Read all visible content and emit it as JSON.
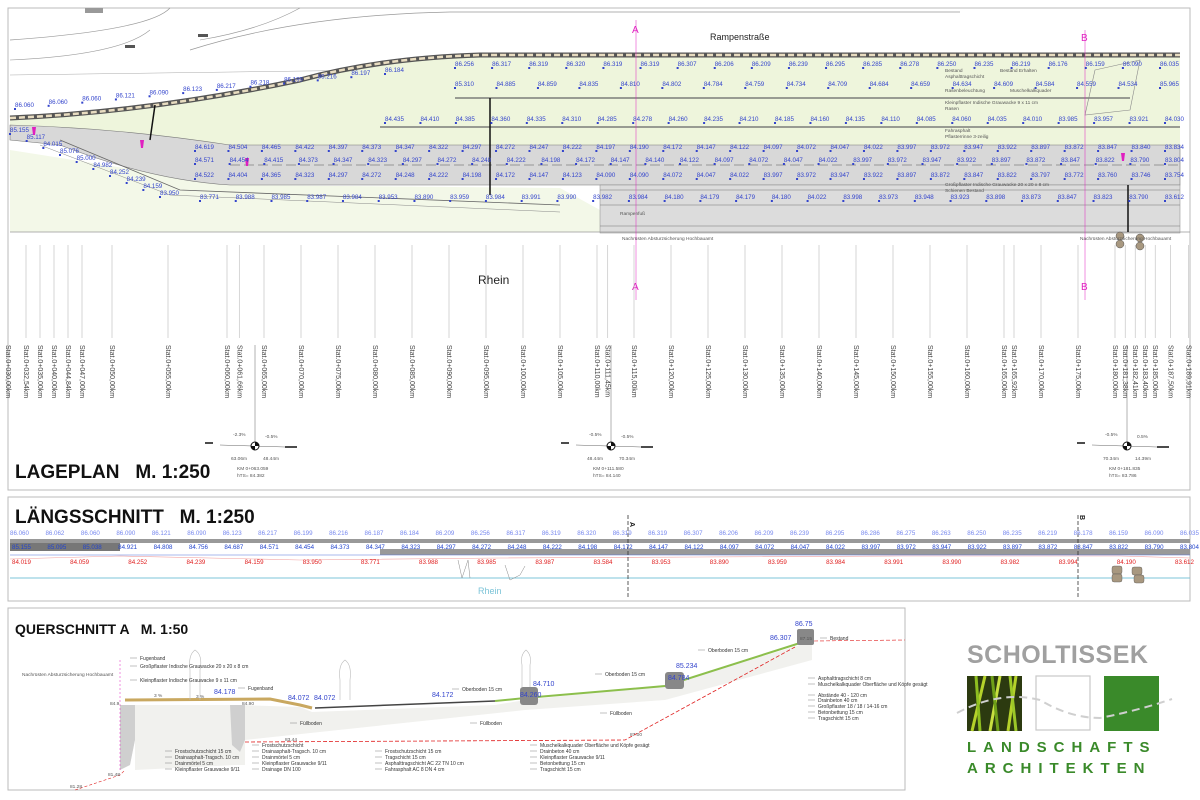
{
  "colors": {
    "elevation_blue": "#3344cc",
    "elevation_red": "#e02020",
    "magenta": "#e020c0",
    "logo_green": "#3a8a2a",
    "logo_gray": "#a0a0a0",
    "water": "#7cc4d8"
  },
  "lageplan": {
    "title": "LAGEPLAN   M. 1:250",
    "street_label": "Rampenstraße",
    "river_label": "Rhein",
    "section_marks": [
      "A",
      "A",
      "B",
      "B"
    ],
    "notes": [
      "Bestand",
      "Asphalttragschicht",
      "Rasenbeleuchtung",
      "Muschelkalkquader",
      "Kleinpflaster Indische Grauwacke 9 x 11 cm",
      "Rasen",
      "Fahrasphalt",
      "Pflasterrinne 3-zeilig",
      "Großpflaster Indische Grauwacke 20 x 20 x 8 cm",
      "Schienen Bestand",
      "Rampenfuß",
      "Bestand Erhalten"
    ],
    "magenta_notes": [
      "Nachrüsten Absturzsicherung Hochbauamt",
      "Nachrüsten Absturzsicherung Hochbauamt"
    ],
    "elevation_rows": [
      [
        "86.256",
        "86.317",
        "86.319",
        "86.320",
        "86.319",
        "86.319",
        "86.307",
        "86.206",
        "86.209",
        "86.239",
        "86.295",
        "86.285",
        "86.278",
        "86.250",
        "86.235",
        "86.219",
        "86.176",
        "86.159",
        "86.090",
        "86.035"
      ],
      [
        "86.060",
        "86.060",
        "86.060",
        "86.121",
        "86.090",
        "86.123",
        "86.217",
        "86.218",
        "86.199",
        "86.216",
        "86.197",
        "86.184"
      ],
      [
        "85.310",
        "84.885",
        "84.859",
        "84.835",
        "84.810",
        "84.802",
        "84.784",
        "84.759",
        "84.734",
        "84.709",
        "84.684",
        "84.659",
        "84.634",
        "84.609",
        "84.584",
        "84.559",
        "84.534",
        "85.965"
      ],
      [
        "84.435",
        "84.410",
        "84.385",
        "84.360",
        "84.335",
        "84.310",
        "84.285",
        "84.278",
        "84.260",
        "84.235",
        "84.210",
        "84.185",
        "84.160",
        "84.135",
        "84.110",
        "84.085",
        "84.060",
        "84.035",
        "84.010",
        "83.985",
        "83.957",
        "83.921",
        "84.030"
      ],
      [
        "84.619",
        "84.504",
        "84.465",
        "84.422",
        "84.397",
        "84.373",
        "84.347",
        "84.322",
        "84.297",
        "84.272",
        "84.247",
        "84.222",
        "84.197",
        "84.190",
        "84.172",
        "84.147",
        "84.122",
        "84.097",
        "84.072",
        "84.047",
        "84.022",
        "83.997",
        "83.972",
        "83.947",
        "83.922",
        "83.897",
        "83.872",
        "83.847",
        "83.840",
        "83.834"
      ],
      [
        "84.571",
        "84.454",
        "84.415",
        "84.373",
        "84.347",
        "84.323",
        "84.297",
        "84.272",
        "84.248",
        "84.222",
        "84.198",
        "84.172",
        "84.147",
        "84.140",
        "84.122",
        "84.097",
        "84.072",
        "84.047",
        "84.022",
        "83.997",
        "83.972",
        "83.947",
        "83.922",
        "83.897",
        "83.872",
        "83.847",
        "83.822",
        "83.790",
        "83.804"
      ],
      [
        "84.522",
        "84.404",
        "84.365",
        "84.323",
        "84.297",
        "84.272",
        "84.248",
        "84.222",
        "84.198",
        "84.172",
        "84.147",
        "84.123",
        "84.090",
        "84.090",
        "84.072",
        "84.047",
        "84.022",
        "83.997",
        "83.972",
        "83.947",
        "83.922",
        "83.897",
        "83.872",
        "83.847",
        "83.822",
        "83.797",
        "83.772",
        "83.760",
        "83.746",
        "83.754"
      ],
      [
        "83.771",
        "83.988",
        "83.985",
        "83.987",
        "83.984",
        "83.953",
        "83.890",
        "83.959",
        "83.984",
        "83.991",
        "83.990",
        "83.982",
        "83.984",
        "84.180",
        "84.179",
        "84.179",
        "84.180",
        "84.022",
        "83.998",
        "83.973",
        "83.948",
        "83.923",
        "83.898",
        "83.873",
        "83.847",
        "83.823",
        "83.790",
        "83.612"
      ],
      [
        "85.155",
        "85.117",
        "84.015",
        "85.076",
        "85.000",
        "84.982",
        "84.252",
        "84.239",
        "84.159",
        "83.950"
      ]
    ],
    "stations": [
      {
        "label": "Stat.0+030,00km",
        "km": 30
      },
      {
        "label": "Stat.0+032,54km",
        "km": 32.54
      },
      {
        "label": "Stat.0+035,00km",
        "km": 35
      },
      {
        "label": "Stat.0+040,00km",
        "km": 40
      },
      {
        "label": "Stat.0+044,84km",
        "km": 44.84
      },
      {
        "label": "Stat.0+047,00km",
        "km": 47
      },
      {
        "label": "Stat.0+050,00km",
        "km": 50
      },
      {
        "label": "Stat.0+055,00km",
        "km": 55
      },
      {
        "label": "Stat.0+060,00km",
        "km": 60
      },
      {
        "label": "Stat.0+061,66km",
        "km": 61.66
      },
      {
        "label": "Stat.0+065,00km",
        "km": 65
      },
      {
        "label": "Stat.0+070,00km",
        "km": 70
      },
      {
        "label": "Stat.0+075,00km",
        "km": 75
      },
      {
        "label": "Stat.0+080,00km",
        "km": 80
      },
      {
        "label": "Stat.0+085,00km",
        "km": 85
      },
      {
        "label": "Stat.0+090,00km",
        "km": 90
      },
      {
        "label": "Stat.0+095,00km",
        "km": 95
      },
      {
        "label": "Stat.0+100,00km",
        "km": 100
      },
      {
        "label": "Stat.0+105,00km",
        "km": 105
      },
      {
        "label": "Stat.0+110,00km",
        "km": 110
      },
      {
        "label": "Stat.0+111,45km",
        "km": 111.45
      },
      {
        "label": "Stat.0+115,00km",
        "km": 115
      },
      {
        "label": "Stat.0+120,00km",
        "km": 120
      },
      {
        "label": "Stat.0+125,00km",
        "km": 125
      },
      {
        "label": "Stat.0+130,00km",
        "km": 130
      },
      {
        "label": "Stat.0+135,00km",
        "km": 135
      },
      {
        "label": "Stat.0+140,00km",
        "km": 140
      },
      {
        "label": "Stat.0+145,00km",
        "km": 145
      },
      {
        "label": "Stat.0+150,00km",
        "km": 150
      },
      {
        "label": "Stat.0+155,00km",
        "km": 155
      },
      {
        "label": "Stat.0+160,00km",
        "km": 160
      },
      {
        "label": "Stat.0+165,00km",
        "km": 165
      },
      {
        "label": "Stat.0+165,92km",
        "km": 165.92
      },
      {
        "label": "Stat.0+170,00km",
        "km": 170
      },
      {
        "label": "Stat.0+175,00km",
        "km": 175
      },
      {
        "label": "Stat.0+180,00km",
        "km": 180
      },
      {
        "label": "Stat.0+181,38km",
        "km": 181.38
      },
      {
        "label": "Stat.0+182,41km",
        "km": 182.41
      },
      {
        "label": "Stat.0+183,40km",
        "km": 183.4
      },
      {
        "label": "Stat.0+185,00km",
        "km": 185
      },
      {
        "label": "Stat.0+187,50km",
        "km": 187.5
      },
      {
        "label": "Stat.0+189,91km",
        "km": 189.91
      }
    ],
    "cross_markers": [
      {
        "slope_left": "-2.3%",
        "slope_right": "-0.5%",
        "dist_left": "63.06m",
        "dist_right": "48.44m",
        "km": "KM  0+063.059",
        "hts": "hTS= 84.382"
      },
      {
        "slope_left": "-0.5%",
        "slope_right": "-0.5%",
        "dist_left": "48.44m",
        "dist_right": "70.34m",
        "km": "KM  0+111.580",
        "hts": "hTS= 84.140"
      },
      {
        "slope_left": "-0.5%",
        "slope_right": "0.5%",
        "dist_left": "70.34m",
        "dist_right": "14.39m",
        "km": "KM  0+181.835",
        "hts": "hTS= 83.786"
      }
    ]
  },
  "laengsschnitt": {
    "title": "LÄNGSSCHNITT   M. 1:250",
    "river_label": "Rhein",
    "section_marks": [
      "A",
      "B"
    ],
    "top_row": [
      "86.060",
      "86.062",
      "86.060",
      "86.090",
      "86.121",
      "86.090",
      "86.123",
      "86.217",
      "86.199",
      "86.216",
      "86.187",
      "86.184",
      "86.209",
      "86.256",
      "86.317",
      "86.319",
      "86.320",
      "86.319",
      "86.319",
      "86.307",
      "86.206",
      "86.209",
      "86.239",
      "86.295",
      "86.286",
      "86.275",
      "86.263",
      "86.250",
      "86.235",
      "86.219",
      "86.178",
      "86.159",
      "86.090",
      "86.035"
    ],
    "mid_row": [
      "85.155",
      "85.095",
      "85.038",
      "84.921",
      "84.808",
      "84.756",
      "84.687",
      "84.571",
      "84.454",
      "84.373",
      "84.347",
      "84.323",
      "84.297",
      "84.272",
      "84.248",
      "84.222",
      "84.198",
      "84.172",
      "84.147",
      "84.122",
      "84.097",
      "84.072",
      "84.047",
      "84.022",
      "83.997",
      "83.972",
      "83.947",
      "83.922",
      "83.897",
      "83.872",
      "83.847",
      "83.822",
      "83.790",
      "83.804"
    ],
    "bottom_row": [
      "84.019",
      "84.059",
      "84.252",
      "84.239",
      "84.159",
      "83.950",
      "83.771",
      "83.988",
      "83.985",
      "83.987",
      "83.584",
      "83.953",
      "83.890",
      "83.959",
      "83.984",
      "83.991",
      "83.990",
      "83.982",
      "83.994",
      "84.190",
      "83.612"
    ]
  },
  "querschnitt": {
    "title": "QUERSCHNITT A   M. 1:50",
    "elevations_blue": [
      "84.178",
      "84.072",
      "84.072",
      "84.172",
      "84.710",
      "84.260",
      "85.234",
      "84.784",
      "86.307",
      "86.75"
    ],
    "elevations_red": [
      "84.9",
      "84.90",
      "83.44",
      "81.48",
      "81.28",
      "87.00",
      "87.15"
    ],
    "magenta_note": "Nachrüsten Absturzsicherung Hochbauamt",
    "labels": [
      "Fugenband",
      "Großpflaster Indische Grauwacke 20 x 20 x 8 cm",
      "Kleinpflaster Indische Grauwacke 9 x 11 cm",
      "Fugenband",
      "Frostschutzschicht 15 cm",
      "Drainasphalt-Tragsch. 10 cm",
      "Drainmörtel 5 cm",
      "Kleinpflaster Grauwacke 9/11",
      "Frostschutzschicht",
      "Drainasphalt-Tragsch. 10 cm",
      "Drainmörtel 5 cm",
      "Kleinpflaster Grauwacke 9/11",
      "Drainage DN 100",
      "Frostschutzschicht 15 cm",
      "Tragschicht 15 cm",
      "Asphalttragschicht AC 22 TN 10 cm",
      "Fahrasphalt AC 8 DN 4 cm",
      "Füllboden",
      "Oberboden 15 cm",
      "Füllboden",
      "Muschelkalkquader Oberfläche und Köpfe gesägt",
      "Drainbeton 40 cm",
      "Kleinpflaster Grauwacke 9/11",
      "Betonbettung 15 cm",
      "Tragschicht 15 cm",
      "Oberboden 15 cm",
      "Füllboden",
      "Oberboden 15 cm",
      "Bestand",
      "Asphalttragschicht 8 cm",
      "Muschelkalkquader Oberfläche und Köpfe gesägt",
      "Abstände 40 - 120 cm",
      "Drainbeton 40 cm",
      "Großpflaster 18 / 18 / 14-16 cm",
      "Betonbettung 15 cm",
      "Tragschicht 15 cm"
    ],
    "slope_labels": [
      "3 %",
      "3 %"
    ]
  },
  "logo": {
    "name": "SCHOLTISSEK",
    "line1": "LANDSCHAFTS",
    "line2": "ARCHITEKTEN"
  }
}
